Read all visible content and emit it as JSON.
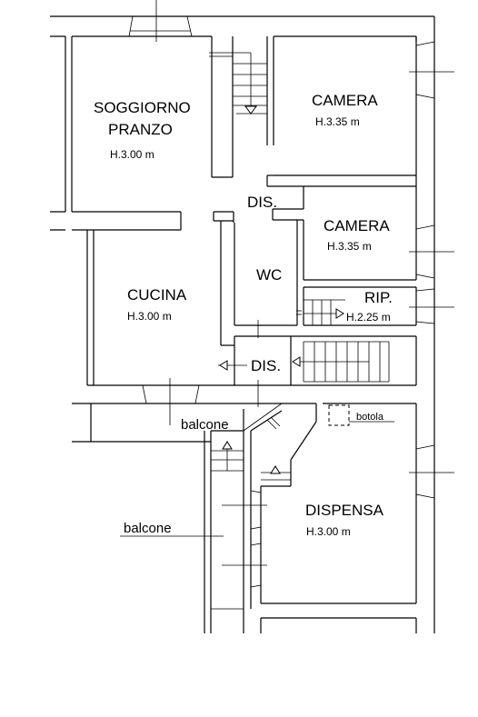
{
  "plan": {
    "rooms": [
      {
        "name": "SOGGIORNO",
        "name2": "PRANZO",
        "height": "H.3.00 m"
      },
      {
        "name": "CAMERA",
        "height": "H.3.35 m"
      },
      {
        "name": "CAMERA",
        "height": "H.3.35 m"
      },
      {
        "name": "WC"
      },
      {
        "name": "RIP.",
        "height": "H.2.25 m"
      },
      {
        "name": "CUCINA",
        "height": "H.3.00 m"
      },
      {
        "name": "DISPENSA",
        "height": "H.3.00 m"
      }
    ],
    "dis_labels": [
      "DIS.",
      "DIS."
    ],
    "balcone_labels": [
      "balcone",
      "balcone"
    ],
    "botola_label": "botola"
  }
}
